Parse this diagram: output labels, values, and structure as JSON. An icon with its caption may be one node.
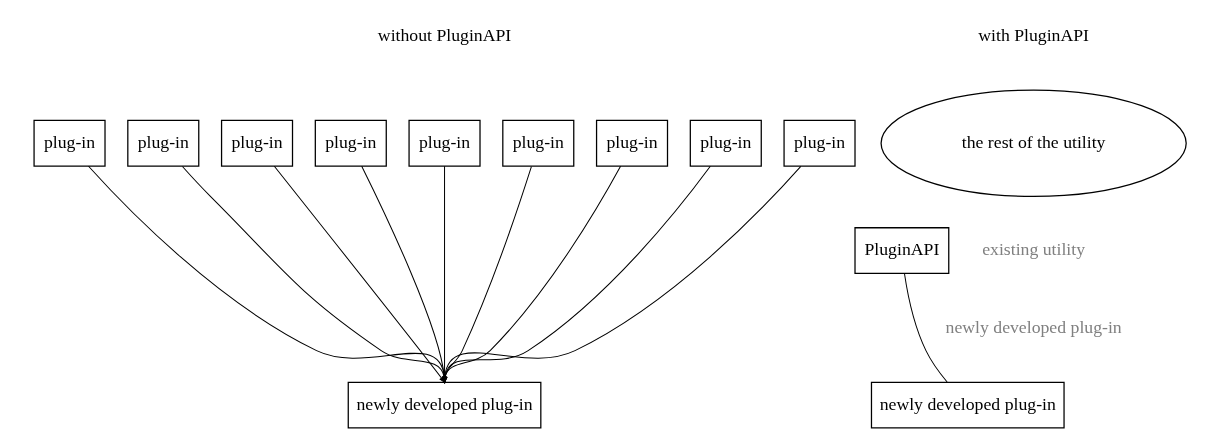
{
  "diagram": {
    "nodes": [
      {
        "text": [
          "plug-in"
        ]
      },
      {
        "text": [
          "plug-in"
        ]
      },
      {
        "text": [
          "plug-in"
        ]
      },
      {
        "text": [
          "plug-in"
        ]
      },
      {
        "text": [
          "plug-in"
        ]
      },
      {
        "text": [
          "plug-in"
        ]
      },
      {
        "text": [
          "plug-in"
        ]
      },
      {
        "text": [
          "plug-in"
        ]
      },
      {
        "text": [
          "plug-in"
        ]
      },
      {
        "text": [
          "newly developed plug-in"
        ]
      },
      {
        "text": [
          "the rest of the utility"
        ]
      },
      {
        "text": [
          "PluginAPI"
        ]
      },
      {
        "text": [
          "newly developed plug-in"
        ]
      }
    ],
    "edges": [
      {
        "from": 0,
        "to": 9,
        "arrow": "to"
      },
      {
        "from": 1,
        "to": 9,
        "arrow": "to"
      },
      {
        "from": 2,
        "to": 9,
        "arrow": "to"
      },
      {
        "from": 3,
        "to": 9,
        "arrow": "to"
      },
      {
        "from": 4,
        "to": 9,
        "arrow": "to"
      },
      {
        "from": 5,
        "to": 9,
        "arrow": "to"
      },
      {
        "from": 6,
        "to": 9,
        "arrow": "to"
      },
      {
        "from": 7,
        "to": 9,
        "arrow": "to"
      },
      {
        "from": 8,
        "to": 9,
        "arrow": "to"
      },
      {
        "from": 11,
        "to": 12,
        "arrow": "none"
      }
    ],
    "labels": [
      "without PluginAPI",
      "with PluginAPI",
      "existing utility",
      "newly developed plug-in"
    ]
  }
}
